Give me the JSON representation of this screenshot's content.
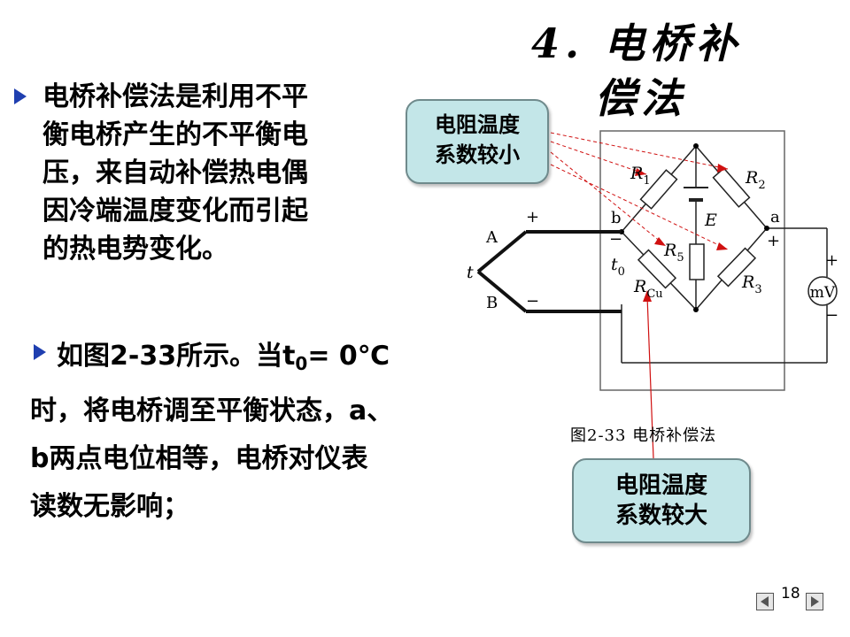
{
  "slide": {
    "title_line1": "4. 电桥补",
    "title_line2": "偿法",
    "bullet1_lines": [
      "电桥补偿法是利用不平",
      "衡电桥产生的不平衡电",
      "压，来自动补偿热电偶",
      "因冷端温度变化而引起",
      "的热电势变化。"
    ],
    "bullet2": {
      "prefix": "如图2-33所示。当t",
      "sub": "0",
      "suffix": "= 0℃",
      "lines": [
        "时，将电桥调至平衡状态，a、",
        "b两点电位相等，电桥对仪表",
        "读数无影响；"
      ]
    },
    "callout_small": [
      "电阻温度",
      "系数较小"
    ],
    "callout_large": [
      "电阻温度",
      "系数较大"
    ],
    "figure_caption": "图2-33   电桥补偿法",
    "page_number": "18"
  },
  "diagram": {
    "labels": {
      "r1": "R",
      "r1_sub": "1",
      "r2": "R",
      "r2_sub": "2",
      "r3": "R",
      "r3_sub": "3",
      "r5": "R",
      "r5_sub": "5",
      "rcu": "R",
      "rcu_sub": "Cu",
      "e": "E",
      "node_a": "a",
      "node_b": "b",
      "wire_a": "A",
      "wire_b": "B",
      "t": "t",
      "t0": "t",
      "t0_sub": "0",
      "meter": "mV",
      "plus": "+",
      "minus": "−"
    }
  },
  "colors": {
    "bullet": "#1f3fb0",
    "callout_fill": "#c3e6e8",
    "red_line": "#d01010"
  }
}
